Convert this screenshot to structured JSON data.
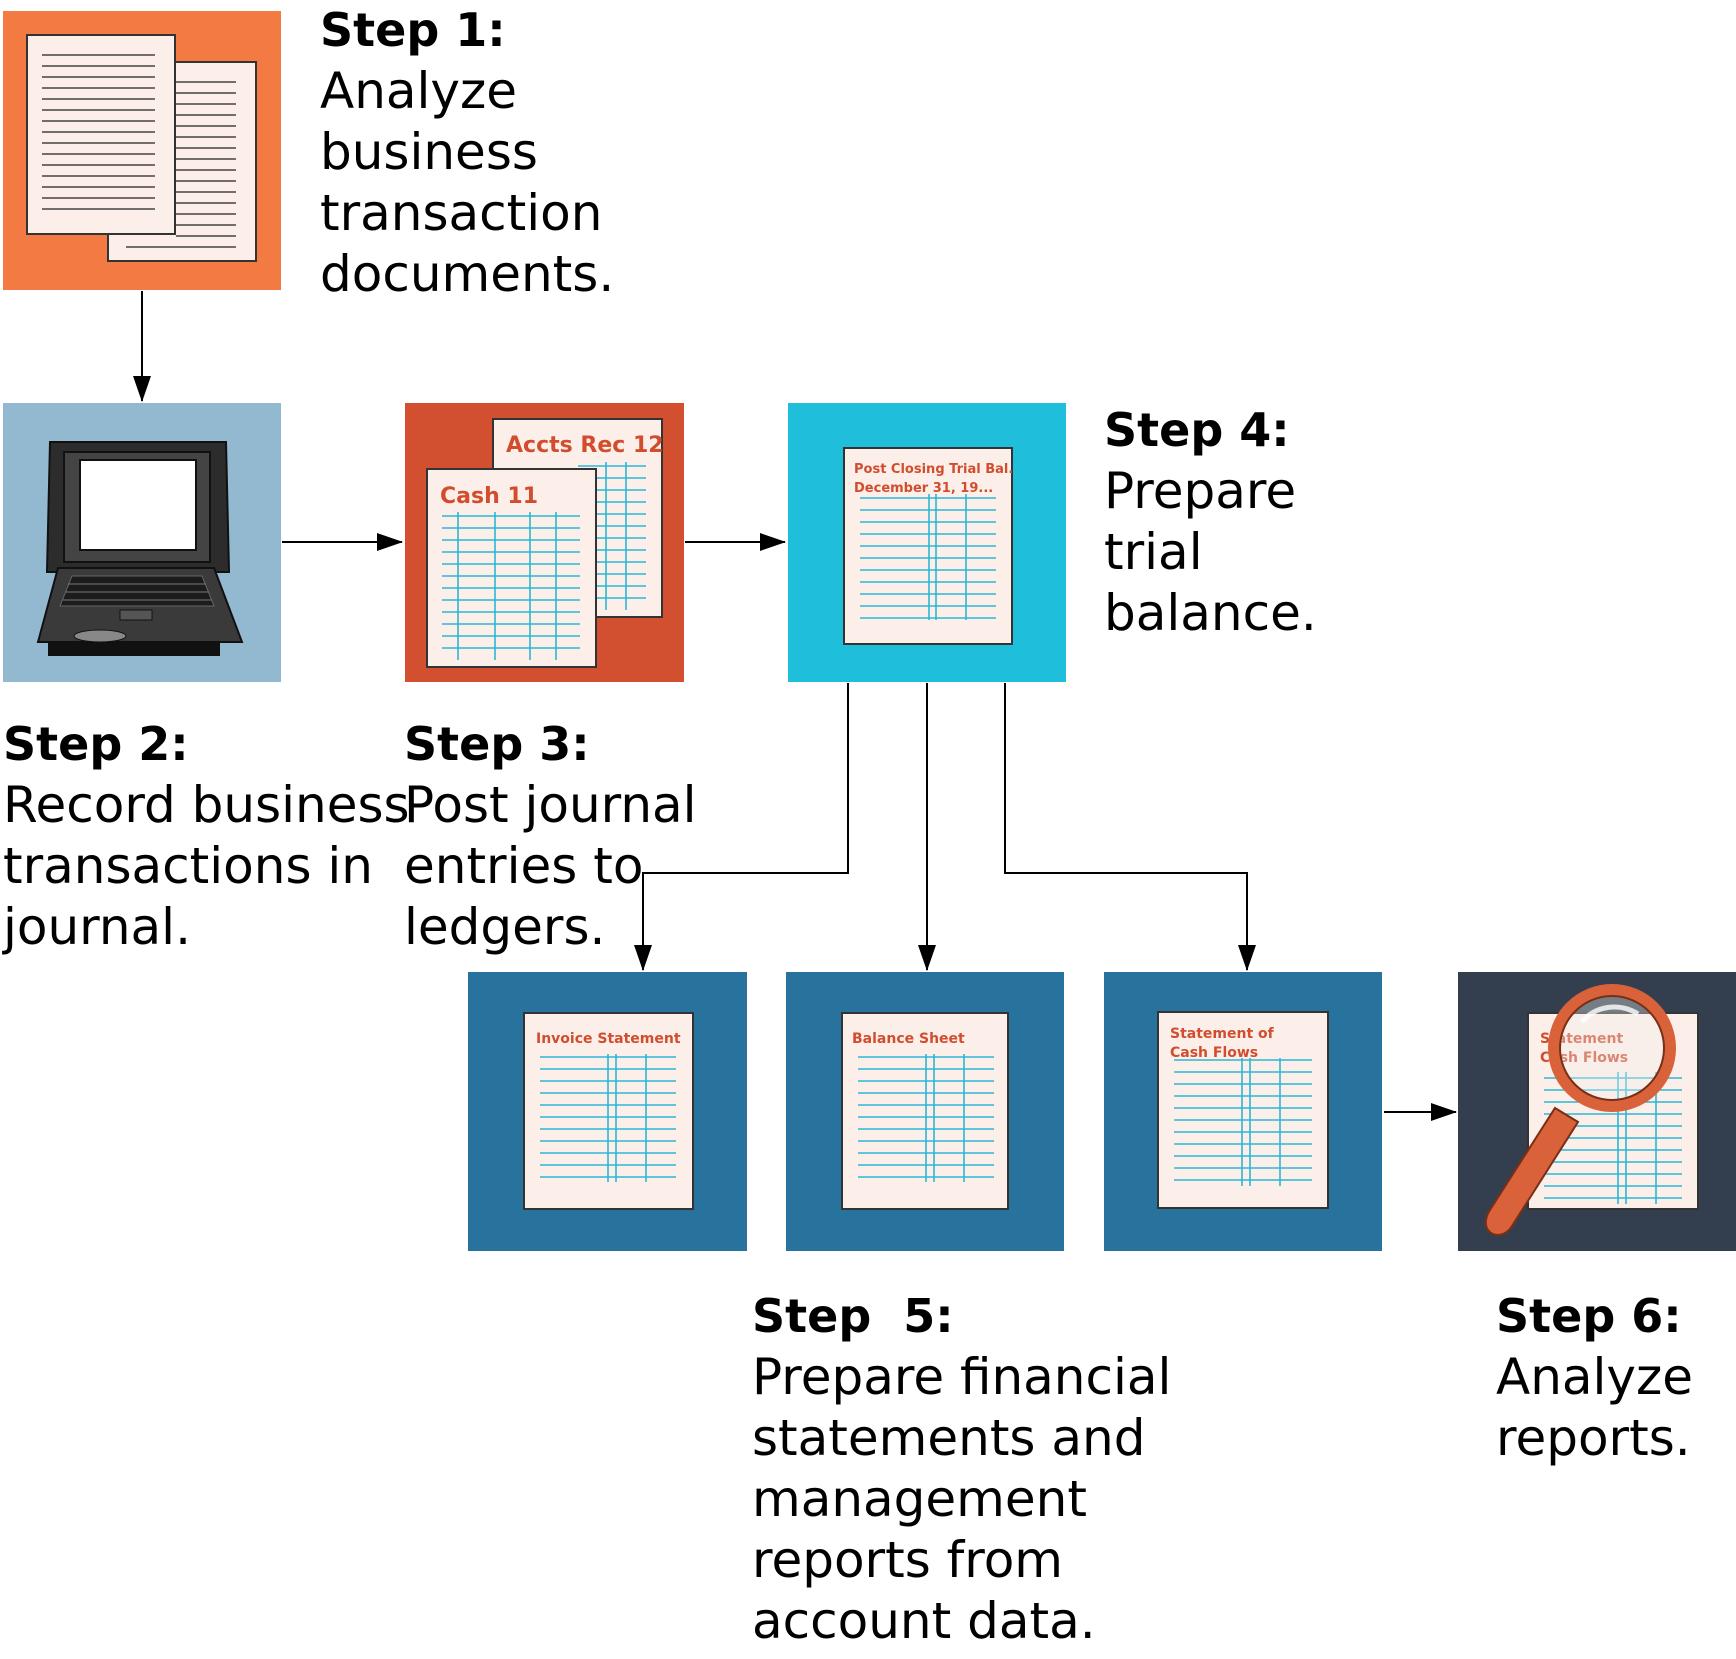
{
  "steps": [
    {
      "title": "Step 1:",
      "desc": "Analyze\nbusiness\ntransaction\ndocuments."
    },
    {
      "title": "Step 2:",
      "desc": "Record business\ntransactions in\njournal."
    },
    {
      "title": "Step 3:",
      "desc": "Post journal\nentries to\nledgers."
    },
    {
      "title": "Step 4:",
      "desc": "Prepare\ntrial\nbalance."
    },
    {
      "title": "Step  5:",
      "desc": "Prepare financial\nstatements and\nmanagement\nreports from\naccount data."
    },
    {
      "title": "Step 6:",
      "desc": "Analyze\nreports."
    }
  ],
  "ledgers": {
    "back": "Accts Rec 12",
    "front": "Cash 11"
  },
  "trial_balance": {
    "line1": "Post Closing Trial Bal.",
    "line2": "December 31, 19..."
  },
  "statements": {
    "invoice": "Invoice Statement",
    "balance": "Balance Sheet",
    "cashflow_line1": "Statement of",
    "cashflow_line2": "Cash Flows",
    "magnified_line1": "Statement",
    "magnified_line2": "Cash Flows"
  },
  "icons": [
    "documents-icon",
    "laptop-icon",
    "ledger-sheets-icon",
    "trial-balance-sheet-icon",
    "statement-sheet-icon",
    "magnifying-glass-icon"
  ],
  "colors": {
    "step1_box": "#f47a43",
    "step2_box": "#93b9d0",
    "step3_box": "#d24f30",
    "step4_box": "#1fbedb",
    "step5_box": "#28739e",
    "step6_box": "#333f4f",
    "paper": "#fcefe9",
    "grid_lines": "#2bb7d6",
    "doc_title": "#d14d2e",
    "arrow": "#000000"
  }
}
